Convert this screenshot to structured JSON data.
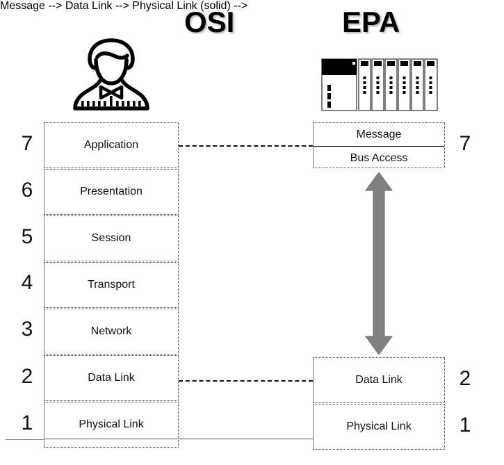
{
  "diagram": {
    "titles": {
      "left": "OSI",
      "right": "EPA"
    },
    "icons": {
      "left": "engineer-person-icon",
      "right": "plc-rack-icon"
    },
    "osi_layers": [
      {
        "number": "7",
        "label": "Application"
      },
      {
        "number": "6",
        "label": "Presentation"
      },
      {
        "number": "5",
        "label": "Session"
      },
      {
        "number": "4",
        "label": "Transport"
      },
      {
        "number": "3",
        "label": "Network"
      },
      {
        "number": "2",
        "label": "Data Link"
      },
      {
        "number": "1",
        "label": "Physical Link"
      }
    ],
    "epa_layers": [
      {
        "number": "7",
        "label_top": "Message",
        "label_bottom": "Bus Access"
      },
      {
        "number": "2",
        "label": "Data Link"
      },
      {
        "number": "1",
        "label": "Physical Link"
      }
    ],
    "connectors": {
      "application_to_message": "dashed-connector",
      "datalink_to_datalink": "dashed-connector",
      "physical_to_physical": "solid-connector"
    },
    "bus_arrow": {
      "name": "bus-access-double-arrow",
      "direction": "up-down",
      "color": "#808080"
    },
    "colors": {
      "box_border": "#3f3f3f",
      "arrow_fill": "#808080",
      "text": "#111111",
      "background": "#ffffff"
    }
  }
}
